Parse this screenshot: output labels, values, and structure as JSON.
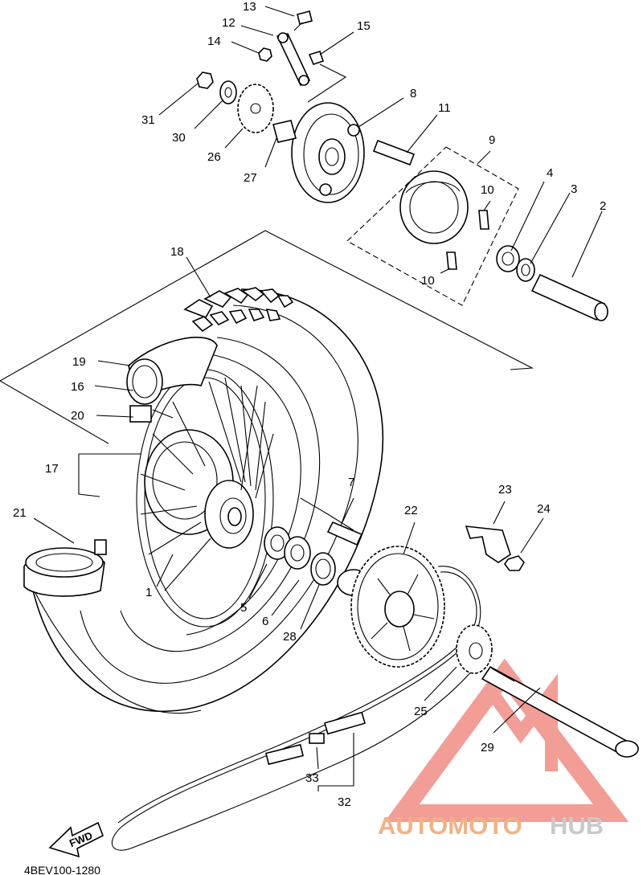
{
  "diagram": {
    "part_numbers": [
      "1",
      "2",
      "3",
      "4",
      "5",
      "6",
      "7",
      "8",
      "9",
      "10",
      "10",
      "11",
      "12",
      "13",
      "14",
      "15",
      "16",
      "17",
      "18",
      "19",
      "20",
      "21",
      "22",
      "23",
      "24",
      "25",
      "26",
      "27",
      "28",
      "29",
      "30",
      "31",
      "32",
      "33"
    ],
    "diagram_code": "4BEV100-1280",
    "fwd_label": "FWD"
  },
  "watermark": {
    "part1": "AUTOMOTO",
    "part2": "HUB",
    "accent": "#f08c84",
    "text_color_1": "#f4b183",
    "text_color_2": "#c9c9c9"
  }
}
